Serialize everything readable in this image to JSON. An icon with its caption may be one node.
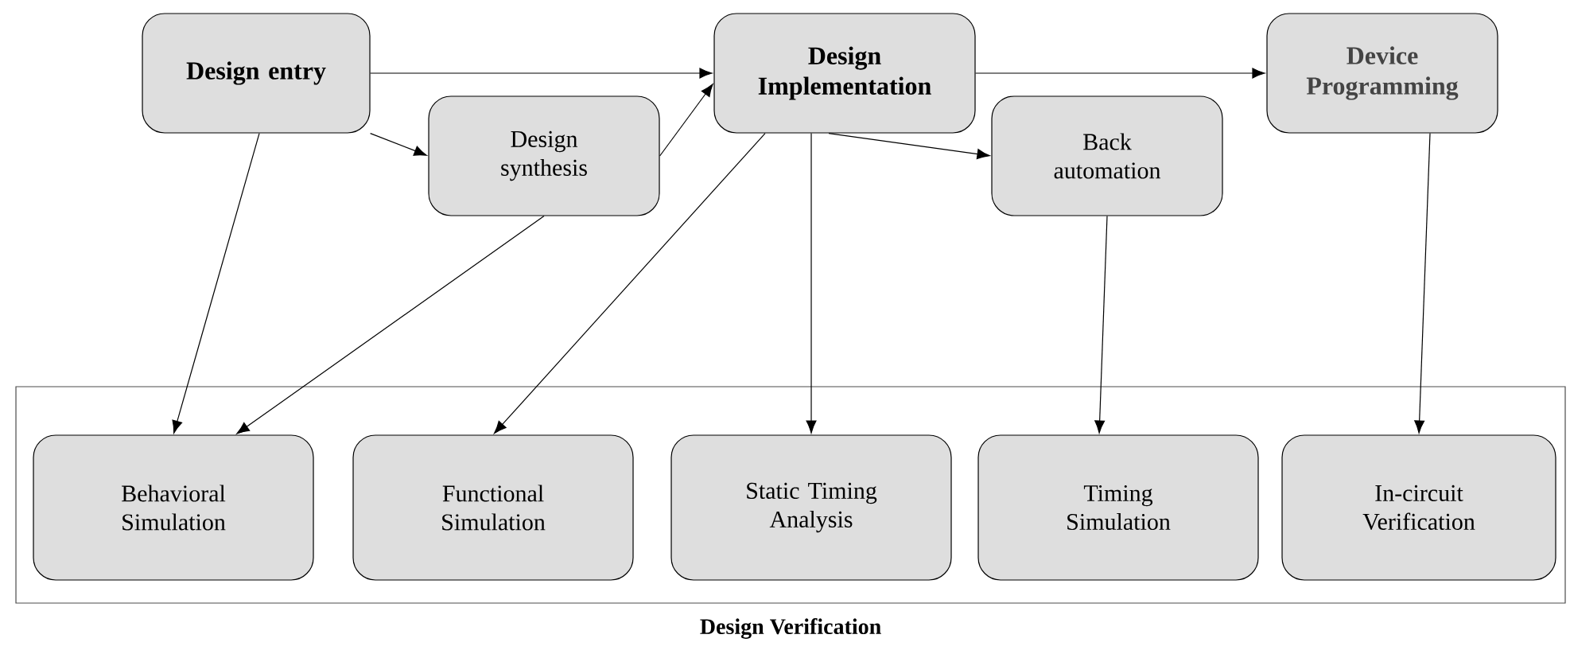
{
  "diagram": {
    "nodes": [
      {
        "text": [
          "Design entry"
        ]
      },
      {
        "text": [
          "Design synthesis"
        ]
      },
      {
        "text": [
          "Design Implementation"
        ]
      },
      {
        "text": [
          "Back automation"
        ]
      },
      {
        "text": [
          "Device Programming"
        ]
      },
      {
        "text": [
          "Design Verification"
        ]
      },
      {
        "text": [
          "Behavioral Simulation"
        ],
        "in": 5
      },
      {
        "text": [
          "Functional Simulation"
        ],
        "in": 5
      },
      {
        "text": [
          "Static Timing Analysis"
        ],
        "in": 5
      },
      {
        "text": [
          "Timing Simulation"
        ],
        "in": 5
      },
      {
        "text": [
          "In-circuit Verification"
        ],
        "in": 5
      }
    ],
    "edges": [
      {
        "from": 0,
        "to": 2,
        "arrow": "to"
      },
      {
        "from": 0,
        "to": 1,
        "arrow": "to"
      },
      {
        "from": 1,
        "to": 2,
        "arrow": "to"
      },
      {
        "from": 2,
        "to": 4,
        "arrow": "to"
      },
      {
        "from": 2,
        "to": 3,
        "arrow": "to"
      },
      {
        "from": 0,
        "to": 6,
        "arrow": "to"
      },
      {
        "from": 1,
        "to": 6,
        "arrow": "to"
      },
      {
        "from": 2,
        "to": 7,
        "arrow": "to"
      },
      {
        "from": 2,
        "to": 8,
        "arrow": "to"
      },
      {
        "from": 3,
        "to": 9,
        "arrow": "to"
      },
      {
        "from": 4,
        "to": 10,
        "arrow": "to"
      }
    ]
  }
}
